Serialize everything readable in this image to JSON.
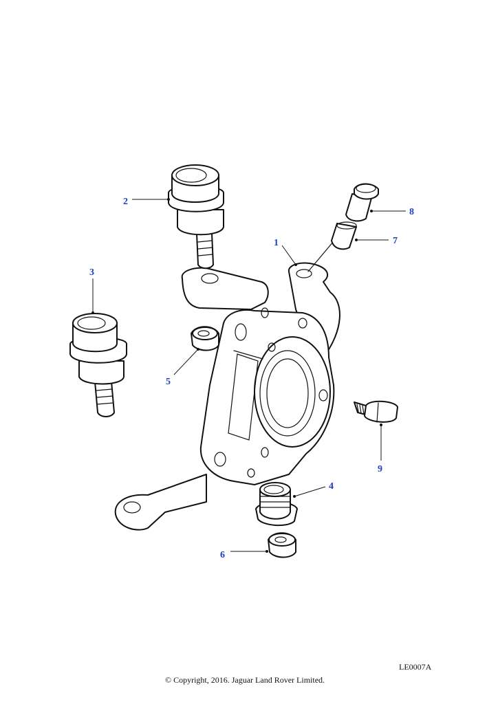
{
  "callouts": [
    {
      "id": "1",
      "label": "1"
    },
    {
      "id": "2",
      "label": "2"
    },
    {
      "id": "3",
      "label": "3"
    },
    {
      "id": "4",
      "label": "4"
    },
    {
      "id": "5",
      "label": "5"
    },
    {
      "id": "6",
      "label": "6"
    },
    {
      "id": "7",
      "label": "7"
    },
    {
      "id": "8",
      "label": "8"
    },
    {
      "id": "9",
      "label": "9"
    }
  ],
  "diagram_ref": "LE0007A",
  "copyright": "© Copyright, 2016. Jaguar Land Rover Limited.",
  "colors": {
    "callout": "#1f3fbf",
    "line": "#111111"
  }
}
